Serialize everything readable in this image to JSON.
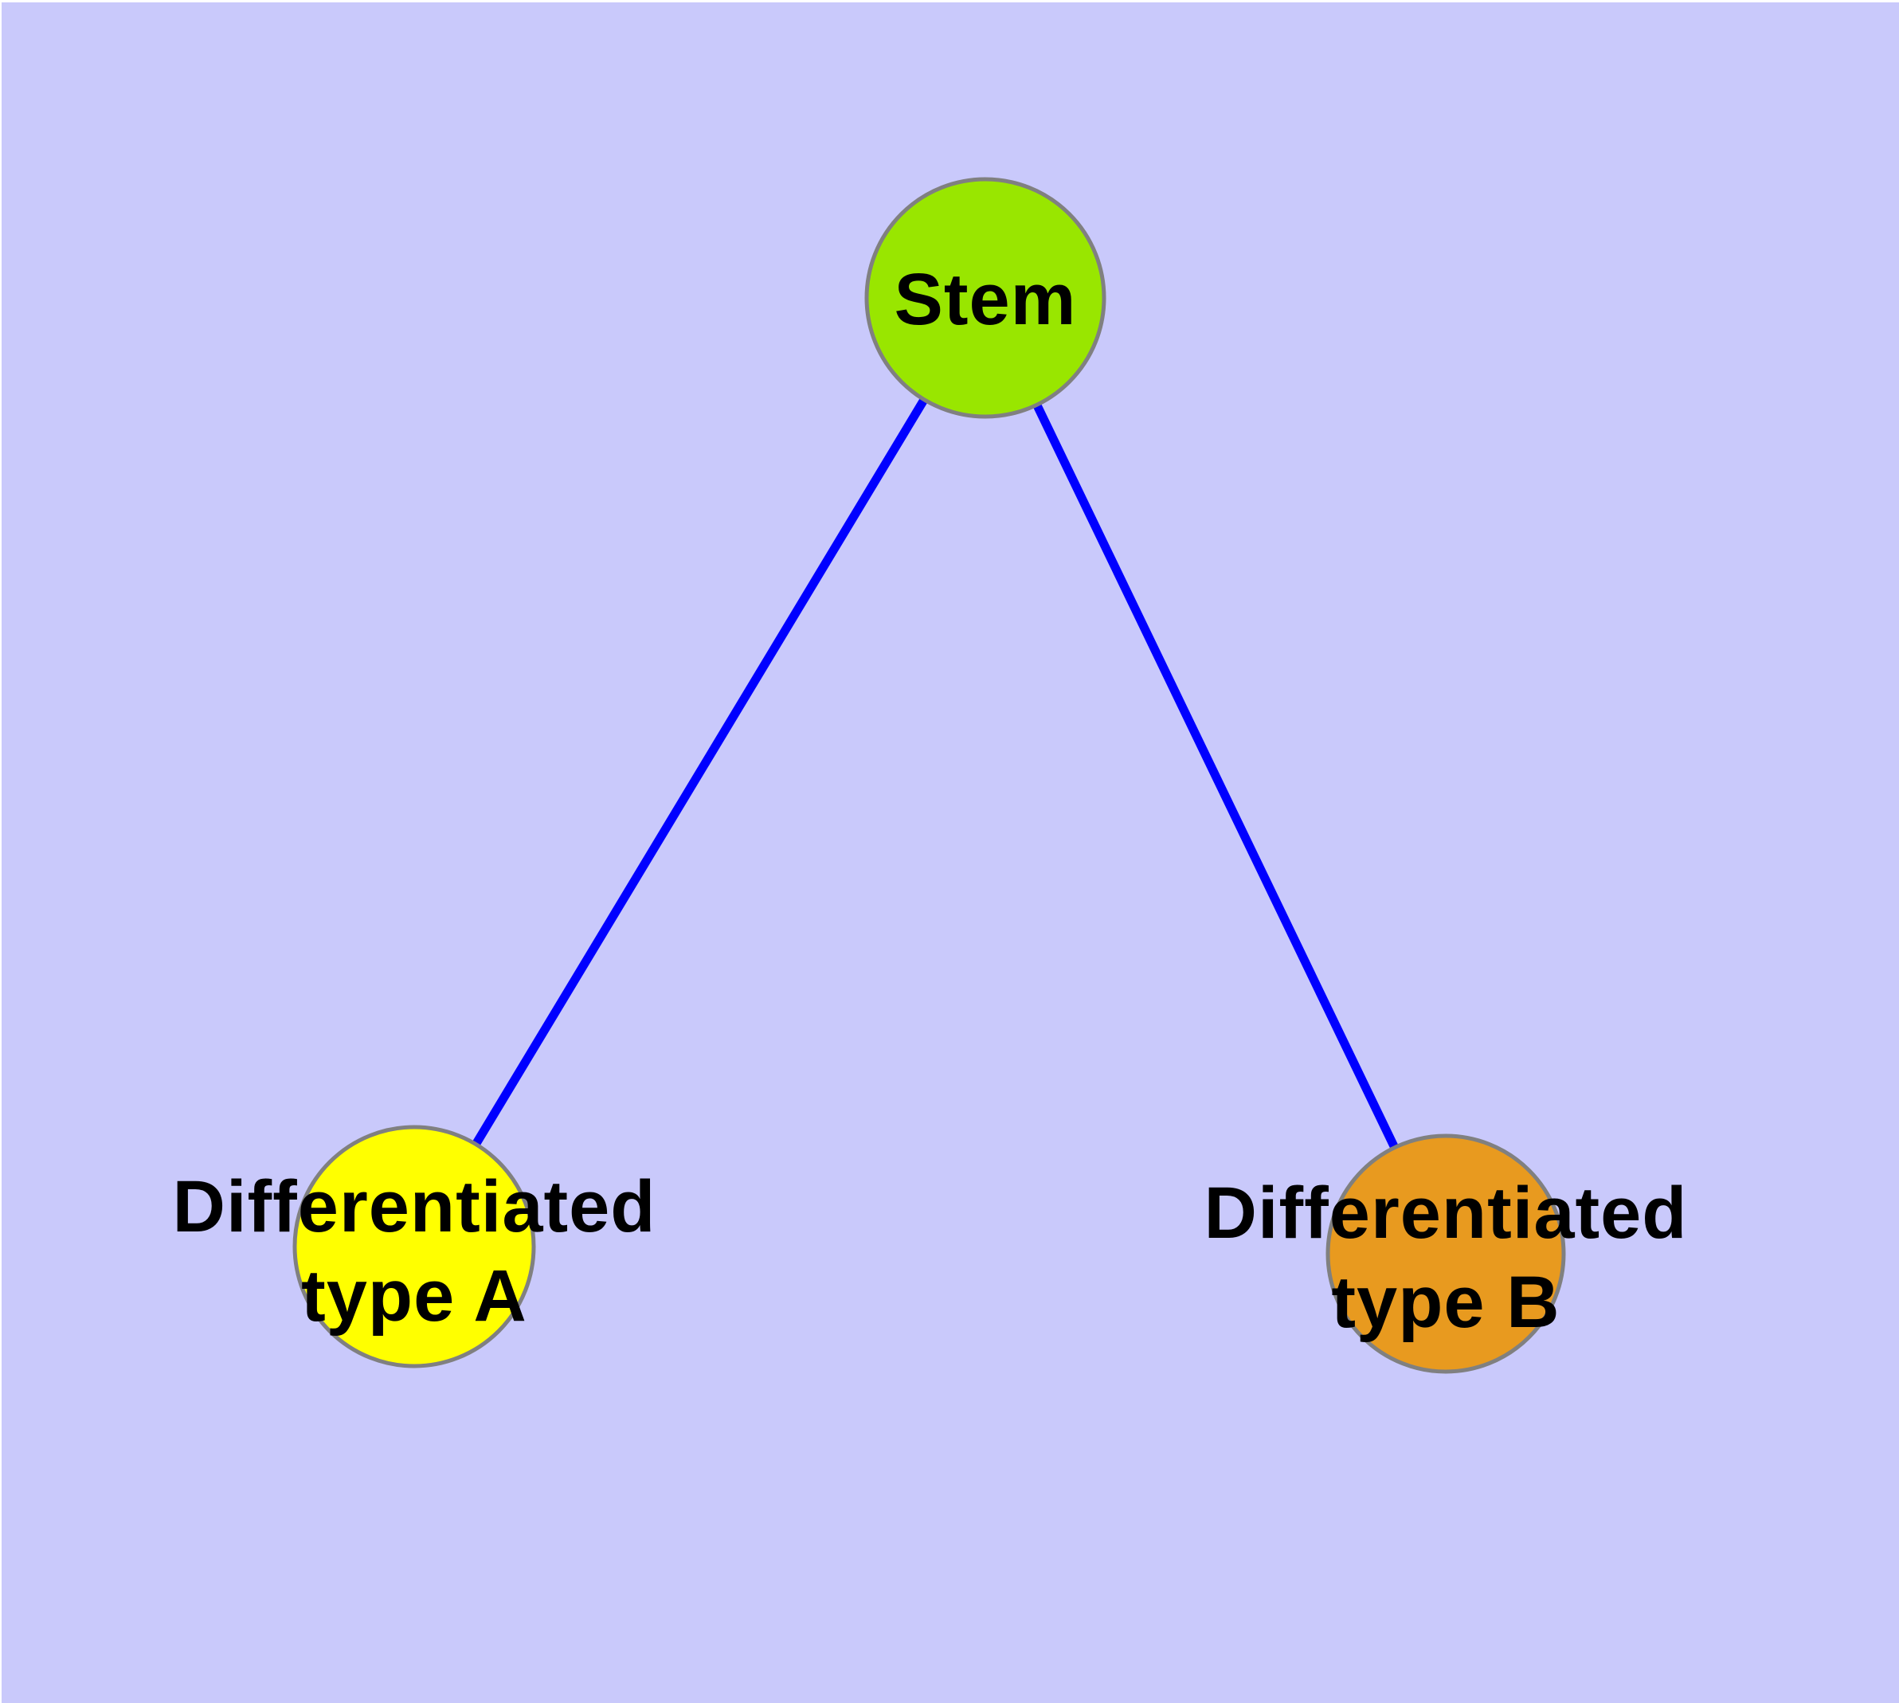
{
  "diagram": {
    "background_color": "#C9C9FB",
    "edge_color": "#0000FF",
    "node_border_color": "#808080",
    "label_color": "#000000",
    "nodes": {
      "stem": {
        "label": "Stem",
        "fill": "#99E600"
      },
      "type_a": {
        "label_line1": "Differentiated",
        "label_line2": "type A",
        "fill": "#FFFF00"
      },
      "type_b": {
        "label_line1": "Differentiated",
        "label_line2": "type B",
        "fill": "#E89A1F"
      }
    },
    "edges": [
      {
        "from": "Stem",
        "to": "Differentiated type A"
      },
      {
        "from": "Stem",
        "to": "Differentiated type B"
      }
    ]
  }
}
